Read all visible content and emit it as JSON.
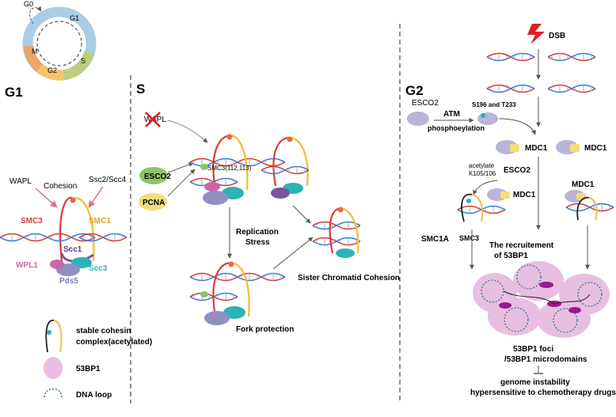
{
  "cycle": {
    "g0": "G0",
    "g1": "G1",
    "s": "S",
    "g2": "G2",
    "m": "M",
    "colors": {
      "g1": "#a9cde6",
      "s": "#b9cf7f",
      "g2": "#f2c46a",
      "m": "#e7a86c"
    }
  },
  "phases": {
    "g1": "G1",
    "s": "S",
    "g2": "G2"
  },
  "g1": {
    "wapl": "WAPL",
    "cohesion": "Cohesion",
    "scc2": "Ssc2/Scc4",
    "smc3": "SMC3",
    "smc1": "SMC1",
    "scc1": "Scc1",
    "wpl1": "WPL1",
    "scc3": "Scc3",
    "pds5": "Pds5"
  },
  "s": {
    "wapl": "WAPL",
    "esco2": "ESCO2",
    "pcna": "PCNA",
    "smc3_site": "SMC3(112,113)",
    "replication": "Replication",
    "stress": "Stress",
    "fork": "Fork protection",
    "sister": "Sister Chromatid Cohesion"
  },
  "g2": {
    "dsb": "DSB",
    "esco2": "ESCO2",
    "atm": "ATM",
    "phos": "phosphoeylation",
    "sites": "S196 and T233",
    "mdc1": "MDC1",
    "esco2_b": "ESCO2",
    "acetylate": "acetylate",
    "k_sites": "K105/106",
    "smc1a": "SMC1A",
    "smc3": "SMC3",
    "recruit1": "The recruitement",
    "recruit2": "of 53BP1",
    "foci1": "53BP1 foci",
    "foci2": "/53BP1 microdomains",
    "outcome1": "genome instability",
    "outcome2": "hypersensitive to chemotherapy drugs"
  },
  "legend": {
    "cohesin1": "stable cohesin",
    "cohesin2": "complex(acetylated)",
    "bp53": "53BP1",
    "loop": "DNA loop"
  },
  "colors": {
    "smc3": "#d83b3b",
    "smc1": "#f0c040",
    "scc1": "#7a52a6",
    "wpl1": "#c668a8",
    "scc3": "#2bb3b5",
    "pds5": "#8f8fc2",
    "esco2": "#8ec46b",
    "pcna": "#f2de7a",
    "bp53": "#e8bfe0",
    "dsb": "#e02020"
  }
}
